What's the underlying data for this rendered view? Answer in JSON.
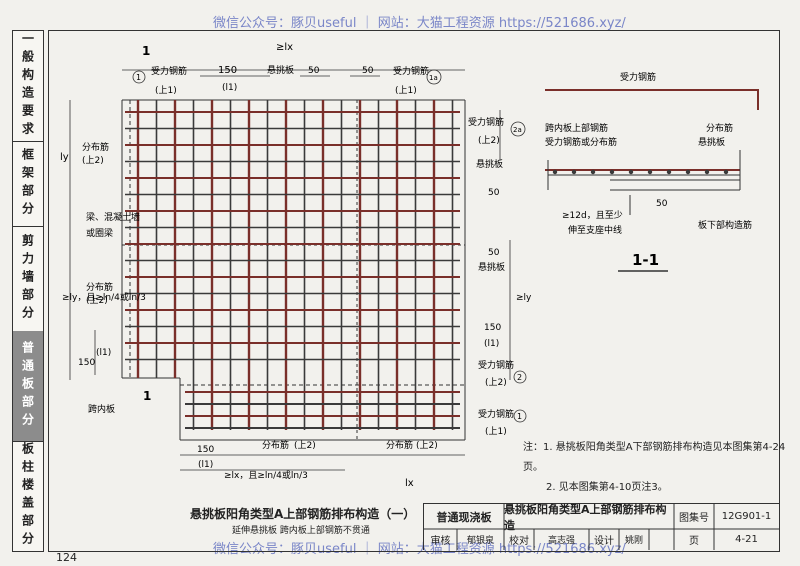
{
  "watermark": {
    "top": "微信公众号：豚贝useful ｜ 网站：大猫工程资源 https://521686.xyz/",
    "bottom": "微信公众号：豚贝useful ｜ 网站：大猫工程资源 https://521686.xyz/"
  },
  "side_tabs": [
    {
      "label": "一般构造要求",
      "active": false
    },
    {
      "label": "框架部分",
      "active": false
    },
    {
      "label": "剪力墙部分",
      "active": false
    },
    {
      "label": "普通板部分",
      "active": true
    },
    {
      "label": "板柱楼盖部分",
      "active": false
    }
  ],
  "drawing": {
    "section_mark_top": "1",
    "section_mark_bottom": "1",
    "lx_top": "≥lx",
    "dim_150_top": "150",
    "dim_l1_top": "(l1)",
    "cantilever_label": "悬挑板",
    "dim_50_top_a": "50",
    "dim_50_top_b": "50",
    "main_bar_top_left": "受力钢筋",
    "main_bar_top_left_sub": "(上1)",
    "circle_1": "1",
    "main_bar_top_right": "受力钢筋",
    "main_bar_top_right_sub": "(上1)",
    "circle_1a": "1a",
    "main_bar_right_2a": "受力钢筋",
    "main_bar_right_2a_sub": "(上2)",
    "circle_2a": "2a",
    "cantilever_right": "悬挑板",
    "dim_50_right_a": "50",
    "dim_50_right_b": "50",
    "cantilever_right_b": "悬挑板",
    "ly_right": "≥ly",
    "dim_150_right": "150",
    "dim_l1_right": "(l1)",
    "main_bar_right_2": "受力钢筋",
    "main_bar_right_2_sub": "(上2)",
    "circle_2": "2",
    "main_bar_right_1": "受力钢筋",
    "main_bar_right_1_sub": "(上1)",
    "circle_1b": "1",
    "ly_left": "ly",
    "dist_bar_left": "分布筋",
    "dist_bar_left_sub": "(上2)",
    "beam_wall_label_1": "梁、混凝土墙",
    "beam_wall_label_2": "或圈梁",
    "left_dim_label": "≥ly，且≥ln/4或ln/3",
    "dist_bar_left2": "分布筋",
    "dist_bar_left2_sub": "(上2)",
    "dim_150_left": "150",
    "dim_l1_left": "(l1)",
    "inner_span_label": "跨内板",
    "dim_150_bottom": "150",
    "dim_l1_bottom": "(l1)",
    "bottom_dim_label": "≥lx，且≥ln/4或ln/3",
    "dist_bar_bottom": "分布筋",
    "dist_bar_bottom_sub": "(上2)",
    "dist_bar_bottom_right": "分布筋",
    "dist_bar_bottom_right_sub": "(上2)",
    "lx_bottom": "lx",
    "sec_main_bar": "受力钢筋",
    "sec_inner_top": "跨内板上部钢筋",
    "sec_inner_top_2": "受力钢筋或分布筋",
    "sec_dist_bar": "分布筋",
    "sec_cantilever": "悬挑板",
    "sec_dim_50": "50",
    "sec_anchor_1": "≥12d，且至少",
    "sec_anchor_2": "伸至支座中线",
    "sec_bottom_bar": "板下部构造筋",
    "sec_title": "1-1"
  },
  "notes": {
    "prefix": "注：",
    "item1": "1. 悬挑板阳角类型A下部钢筋排布构造见本图集第4-24页。",
    "item2": "2. 见本图集第4-10页注3。"
  },
  "caption": {
    "main": "悬挑板阳角类型A上部钢筋排布构造（一）",
    "sub": "延伸悬挑板   跨内板上部钢筋不贯通"
  },
  "title_block": {
    "category": "普通现浇板",
    "title": "悬挑板阳角类型A上部钢筋排布构造",
    "atlas_label": "图集号",
    "atlas_no": "12G901-1",
    "review_label": "审核",
    "review_name": "郁银泉",
    "check_label": "校对",
    "check_name": "高志强",
    "design_label": "设计",
    "design_name": "姚刚",
    "page_label": "页",
    "page_no": "4-21"
  },
  "page_number": "124",
  "colors": {
    "rebar_red": "#7a2f2a",
    "rebar_dark": "#3a3a3a",
    "line": "#333333",
    "watermark": "#7a86c8"
  }
}
